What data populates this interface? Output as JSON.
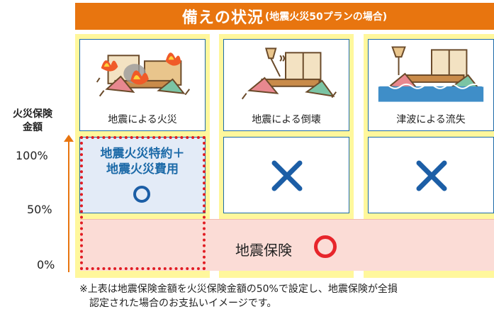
{
  "header": {
    "main": "備えの状況",
    "sub": "(地震火災50プランの場合)"
  },
  "axis": {
    "title_line1": "火災保険",
    "title_line2": "金額",
    "ticks": [
      "100%",
      "50%",
      "0%"
    ]
  },
  "columns": [
    {
      "caption": "地震による火災",
      "coverage_line1": "地震火災特約＋",
      "coverage_line2": "地震火災費用",
      "coverage": "covered"
    },
    {
      "caption": "地震による倒壊",
      "coverage": "not-covered"
    },
    {
      "caption": "津波による流失",
      "coverage": "not-covered"
    }
  ],
  "band": {
    "label": "地震保険"
  },
  "note": {
    "line1": "※上表は地震保険金額を火災保険金額の50%で設定し、地震保険が全損",
    "line2": "認定された場合のお支払いイメージです。"
  },
  "colors": {
    "orange": "#e8750f",
    "yellow": "#fff79c",
    "blue": "#1c5ea6",
    "pink": "#fbdcd6",
    "red": "#e11d24"
  }
}
